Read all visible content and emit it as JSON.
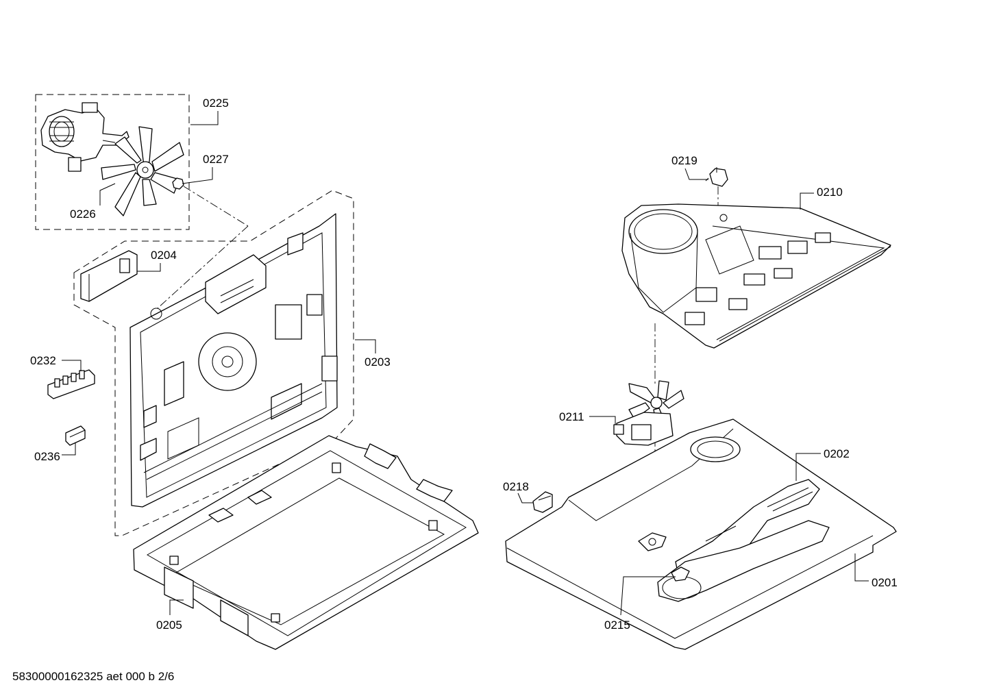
{
  "labels": {
    "l0225": "0225",
    "l0227": "0227",
    "l0226": "0226",
    "l0204": "0204",
    "l0203": "0203",
    "l0232": "0232",
    "l0236": "0236",
    "l0205": "0205",
    "l0219": "0219",
    "l0210": "0210",
    "l0211": "0211",
    "l0202": "0202",
    "l0218": "0218",
    "l0215": "0215",
    "l0201": "0201"
  },
  "footer": "58300000162325 aet 000 b 2/6"
}
